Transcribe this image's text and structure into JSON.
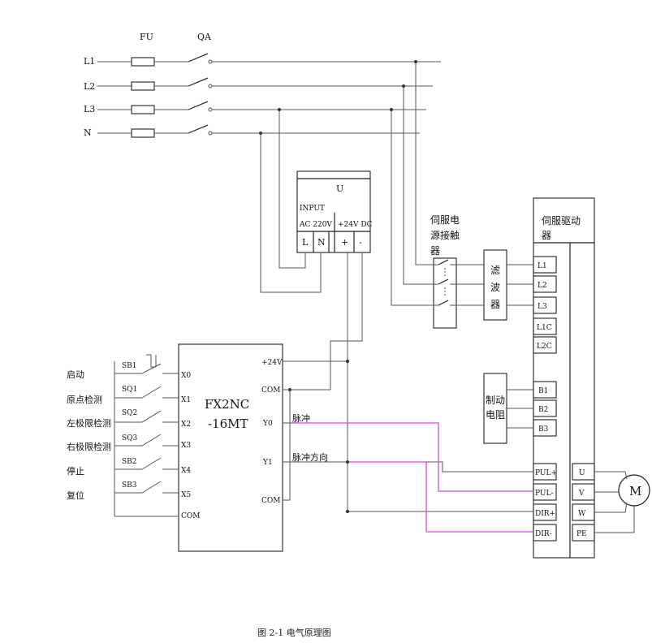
{
  "header": {
    "fu_label": "FU",
    "qa_label": "QA"
  },
  "mains": [
    "L1",
    "L2",
    "L3",
    "N"
  ],
  "power_supply": {
    "title": "U",
    "input_line1": "INPUT",
    "input_line2": "AC 220V",
    "output_label": "+24V DC",
    "terminals": [
      "L",
      "N",
      "+",
      "-"
    ]
  },
  "contactor": {
    "label_lines": [
      "伺服电",
      "源接触",
      "器"
    ]
  },
  "filter": {
    "label_lines": [
      "滤",
      "波",
      "器"
    ]
  },
  "brake_resistor": {
    "label_lines": [
      "制动",
      "电阻"
    ]
  },
  "servo": {
    "title_lines": [
      "伺服驱动",
      "器"
    ],
    "inputs": [
      "L1",
      "L2",
      "L3",
      "L1C",
      "L2C",
      "B1",
      "B2",
      "B3",
      "PUL+",
      "PUL-",
      "DIR+",
      "DIR-"
    ],
    "outputs": [
      "U",
      "V",
      "W",
      "PE"
    ]
  },
  "motor": {
    "label": "M"
  },
  "plc": {
    "model_line1": "FX2NC",
    "model_line2": "-16MT",
    "inputs": [
      "X0",
      "X1",
      "X2",
      "X3",
      "X4",
      "X5",
      "COM"
    ],
    "right_terms": [
      "+24V",
      "COM",
      "Y0",
      "Y1",
      "COM"
    ]
  },
  "switches": [
    "SB1",
    "SQ1",
    "SQ2",
    "SQ3",
    "SB2",
    "SB3"
  ],
  "functions": [
    "启动",
    "原点检测",
    "左极限检测",
    "右极限检测",
    "停止",
    "复位"
  ],
  "signals": {
    "pulse": "脉冲",
    "pulse_dir": "脉冲方向"
  },
  "caption": "图 2-1 电气原理图"
}
